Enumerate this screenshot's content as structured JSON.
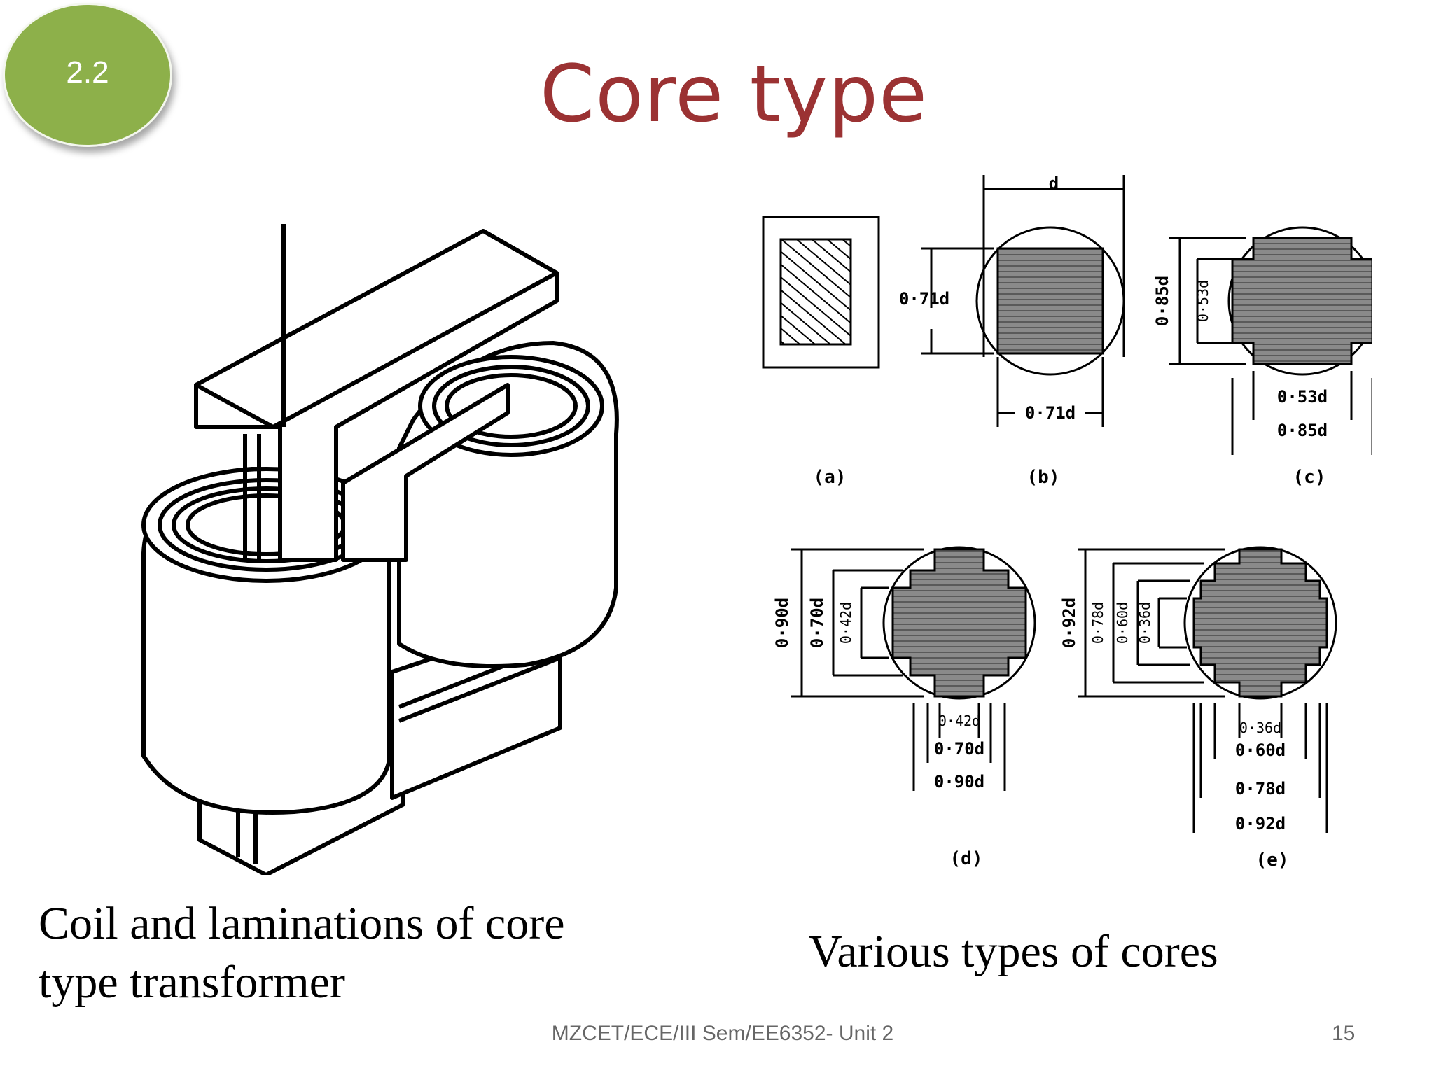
{
  "slide": {
    "badge": "2.2",
    "title": "Core type",
    "left_caption_line1": "Coil and laminations of core",
    "left_caption_line2": "type transformer",
    "right_caption": "Various types of cores",
    "footer": "MZCET/ECE/III Sem/EE6352- Unit 2",
    "page_number": "15",
    "colors": {
      "badge": "#8db04a",
      "title": "#9b3233"
    }
  },
  "figure": {
    "top_d": "d",
    "b_side": "0·71d",
    "b_bottom": "0·71d",
    "c_side_outer": "0·85d",
    "c_side_inner": "0·53d",
    "c_bottom_inner": "0·53d",
    "c_bottom_outer": "0·85d",
    "d_side_1": "0·90d",
    "d_side_2": "0·70d",
    "d_side_3": "0·42d",
    "d_bottom_1": "0·42d",
    "d_bottom_2": "0·70d",
    "d_bottom_3": "0·90d",
    "e_side_1": "0·92d",
    "e_side_2": "0·78d",
    "e_side_3": "0·60d",
    "e_side_4": "0·36d",
    "e_bottom_1": "0·36d",
    "e_bottom_2": "0·60d",
    "e_bottom_3": "0·78d",
    "e_bottom_4": "0·92d",
    "label_a": "(a)",
    "label_b": "(b)",
    "label_c": "(c)",
    "label_d": "(d)",
    "label_e": "(e)"
  }
}
